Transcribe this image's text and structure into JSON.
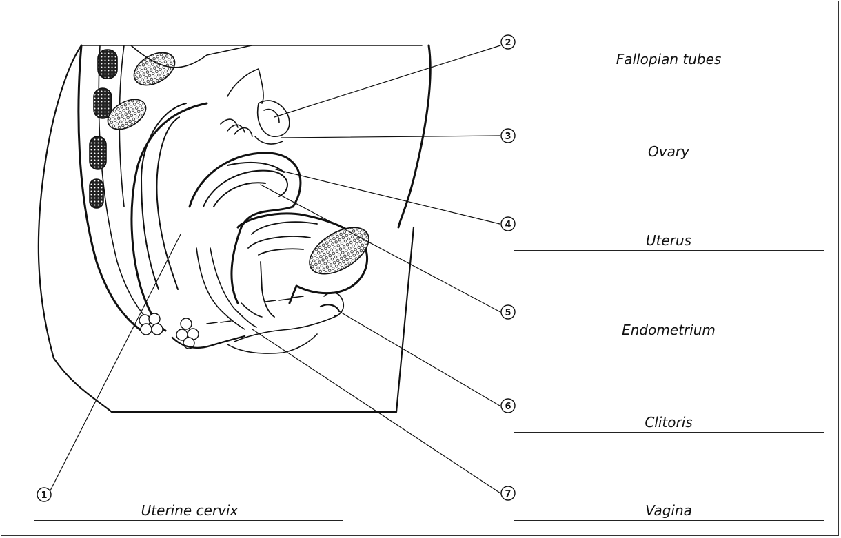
{
  "callouts": [
    {
      "number": "1",
      "label": "Uterine cervix"
    },
    {
      "number": "2",
      "label": "Fallopian tubes"
    },
    {
      "number": "3",
      "label": "Ovary"
    },
    {
      "number": "4",
      "label": "Uterus"
    },
    {
      "number": "5",
      "label": "Endometrium"
    },
    {
      "number": "6",
      "label": "Clitoris"
    },
    {
      "number": "7",
      "label": "Vagina"
    }
  ]
}
